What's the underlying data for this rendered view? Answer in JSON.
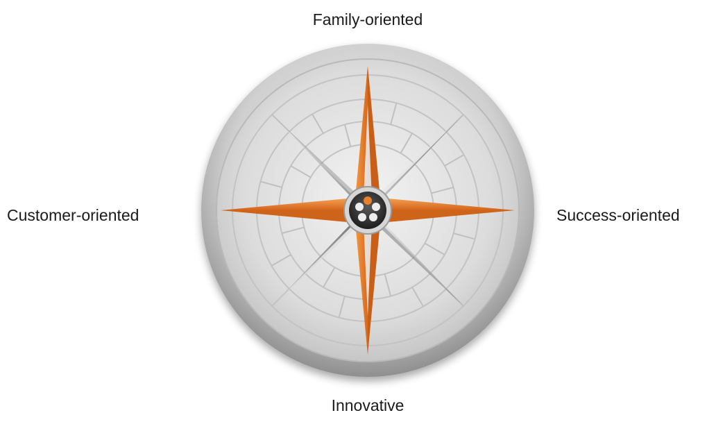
{
  "labels": {
    "top": "Family-oriented",
    "left": "Customer-oriented",
    "right": "Success-oriented",
    "bottom": "Innovative"
  },
  "colors": {
    "accent": "#e8802c",
    "dial": "#d4d4d4",
    "steel": "#a9a9a9"
  },
  "icons": {
    "compass": "compass-rose-icon"
  }
}
